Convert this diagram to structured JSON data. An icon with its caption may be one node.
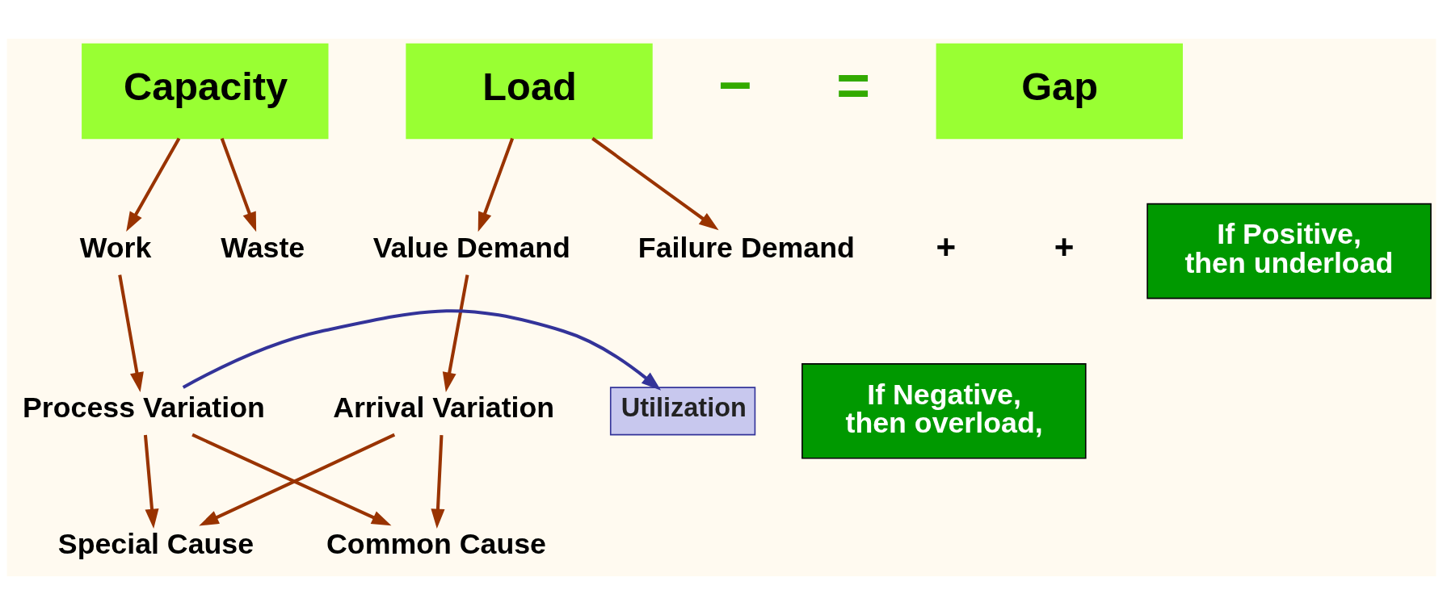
{
  "diagram": {
    "nodes": [
      {
        "text": [
          "Capacity"
        ]
      },
      {
        "text": [
          "Load"
        ]
      },
      {
        "text": [
          "Gap"
        ]
      },
      {
        "text": [
          "Work"
        ]
      },
      {
        "text": [
          "Waste"
        ]
      },
      {
        "text": [
          "Value Demand"
        ]
      },
      {
        "text": [
          "Failure Demand"
        ]
      },
      {
        "text": [
          "Utilization"
        ]
      },
      {
        "text": [
          "Process Variation"
        ]
      },
      {
        "text": [
          "Arrival Variation"
        ]
      },
      {
        "text": [
          "Special Cause"
        ]
      },
      {
        "text": [
          "Common Cause"
        ]
      },
      {
        "text": [
          "If Positive, then underload"
        ]
      },
      {
        "text": [
          "If Negative, then overload,"
        ]
      }
    ],
    "edges": [
      {
        "from": 0,
        "to": 3,
        "arrow": "to"
      },
      {
        "from": 0,
        "to": 4,
        "arrow": "to"
      },
      {
        "from": 1,
        "to": 5,
        "arrow": "to"
      },
      {
        "from": 1,
        "to": 6,
        "arrow": "to"
      },
      {
        "from": 3,
        "to": 8,
        "arrow": "to"
      },
      {
        "from": 8,
        "to": 7,
        "arrow": "to",
        "color": "#333399"
      },
      {
        "from": 5,
        "to": 9,
        "arrow": "to"
      },
      {
        "from": 8,
        "to": 10,
        "arrow": "to"
      },
      {
        "from": 8,
        "to": 11,
        "arrow": "to"
      },
      {
        "from": 9,
        "to": 10,
        "arrow": "to"
      },
      {
        "from": 9,
        "to": 11,
        "arrow": "to"
      }
    ],
    "labels": [
      "−",
      "=",
      "+",
      "+"
    ]
  }
}
